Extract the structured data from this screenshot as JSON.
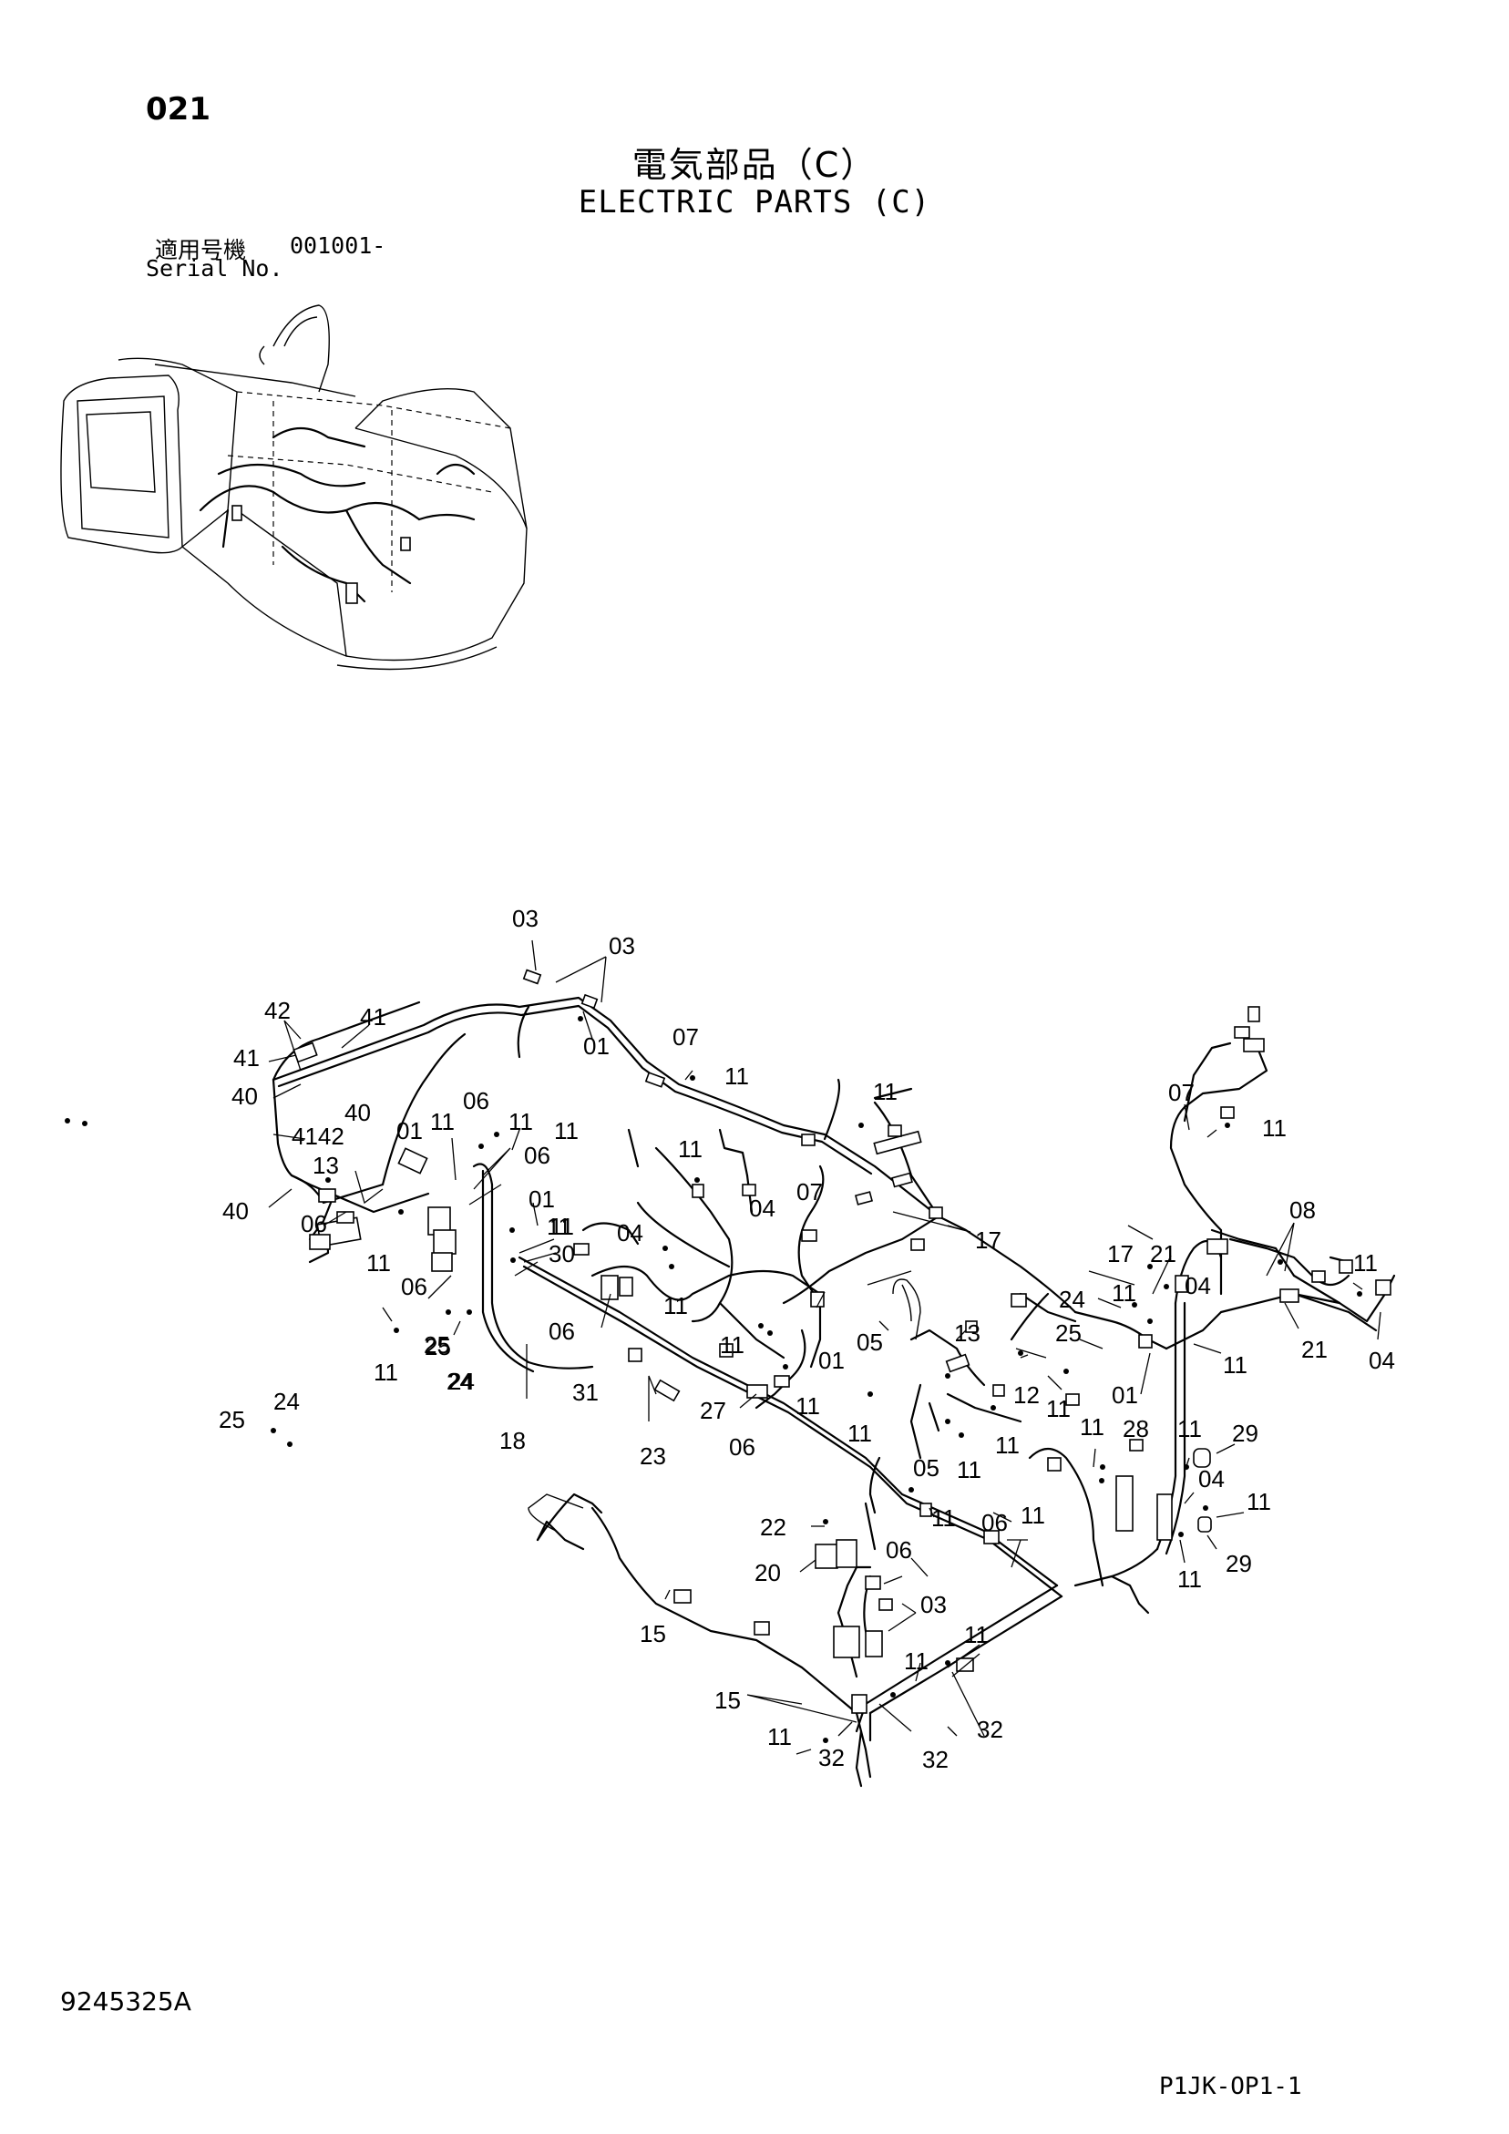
{
  "page": {
    "number": "021",
    "title_jp": "電気部品（C）",
    "title_en": "ELECTRIC PARTS (C)",
    "serial_label_jp": "適用号機",
    "serial_value": "001001-",
    "serial_label_en": "Serial No.",
    "doc_number": "9245325A",
    "sheet_code": "P1JK-OP1-1"
  },
  "diagram": {
    "callouts": [
      {
        "label": "03"
      },
      {
        "label": "03"
      },
      {
        "label": "42"
      },
      {
        "label": "41"
      },
      {
        "label": "41"
      },
      {
        "label": "40"
      },
      {
        "label": "40"
      },
      {
        "label": "4142"
      },
      {
        "label": "13"
      },
      {
        "label": "40"
      },
      {
        "label": "06"
      },
      {
        "label": "11"
      },
      {
        "label": "06"
      },
      {
        "label": "11"
      },
      {
        "label": "25"
      },
      {
        "label": "24"
      },
      {
        "label": "01"
      },
      {
        "label": "11"
      },
      {
        "label": "06"
      },
      {
        "label": "11"
      },
      {
        "label": "06"
      },
      {
        "label": "01"
      },
      {
        "label": "11"
      },
      {
        "label": "30"
      },
      {
        "label": "11"
      },
      {
        "label": "24"
      },
      {
        "label": "25"
      },
      {
        "label": "06"
      },
      {
        "label": "31"
      },
      {
        "label": "18"
      },
      {
        "label": "24"
      },
      {
        "label": "25"
      },
      {
        "label": "11"
      },
      {
        "label": "01"
      },
      {
        "label": "07"
      },
      {
        "label": "11"
      },
      {
        "label": "11"
      },
      {
        "label": "11"
      },
      {
        "label": "04"
      },
      {
        "label": "07"
      },
      {
        "label": "04"
      },
      {
        "label": "11"
      },
      {
        "label": "17"
      },
      {
        "label": "11"
      },
      {
        "label": "01"
      },
      {
        "label": "05"
      },
      {
        "label": "27"
      },
      {
        "label": "23"
      },
      {
        "label": "06"
      },
      {
        "label": "11"
      },
      {
        "label": "13"
      },
      {
        "label": "11"
      },
      {
        "label": "05"
      },
      {
        "label": "11"
      },
      {
        "label": "12"
      },
      {
        "label": "11"
      },
      {
        "label": "11"
      },
      {
        "label": "22"
      },
      {
        "label": "20"
      },
      {
        "label": "06"
      },
      {
        "label": "11"
      },
      {
        "label": "03"
      },
      {
        "label": "06"
      },
      {
        "label": "11"
      },
      {
        "label": "15"
      },
      {
        "label": "15"
      },
      {
        "label": "11"
      },
      {
        "label": "32"
      },
      {
        "label": "32"
      },
      {
        "label": "11"
      },
      {
        "label": "11"
      },
      {
        "label": "32"
      },
      {
        "label": "24"
      },
      {
        "label": "25"
      },
      {
        "label": "11"
      },
      {
        "label": "17"
      },
      {
        "label": "21"
      },
      {
        "label": "04"
      },
      {
        "label": "07"
      },
      {
        "label": "11"
      },
      {
        "label": "08"
      },
      {
        "label": "11"
      },
      {
        "label": "21"
      },
      {
        "label": "04"
      },
      {
        "label": "11"
      },
      {
        "label": "01"
      },
      {
        "label": "11"
      },
      {
        "label": "28"
      },
      {
        "label": "11"
      },
      {
        "label": "29"
      },
      {
        "label": "04"
      },
      {
        "label": "11"
      },
      {
        "label": "11"
      },
      {
        "label": "29"
      }
    ]
  }
}
